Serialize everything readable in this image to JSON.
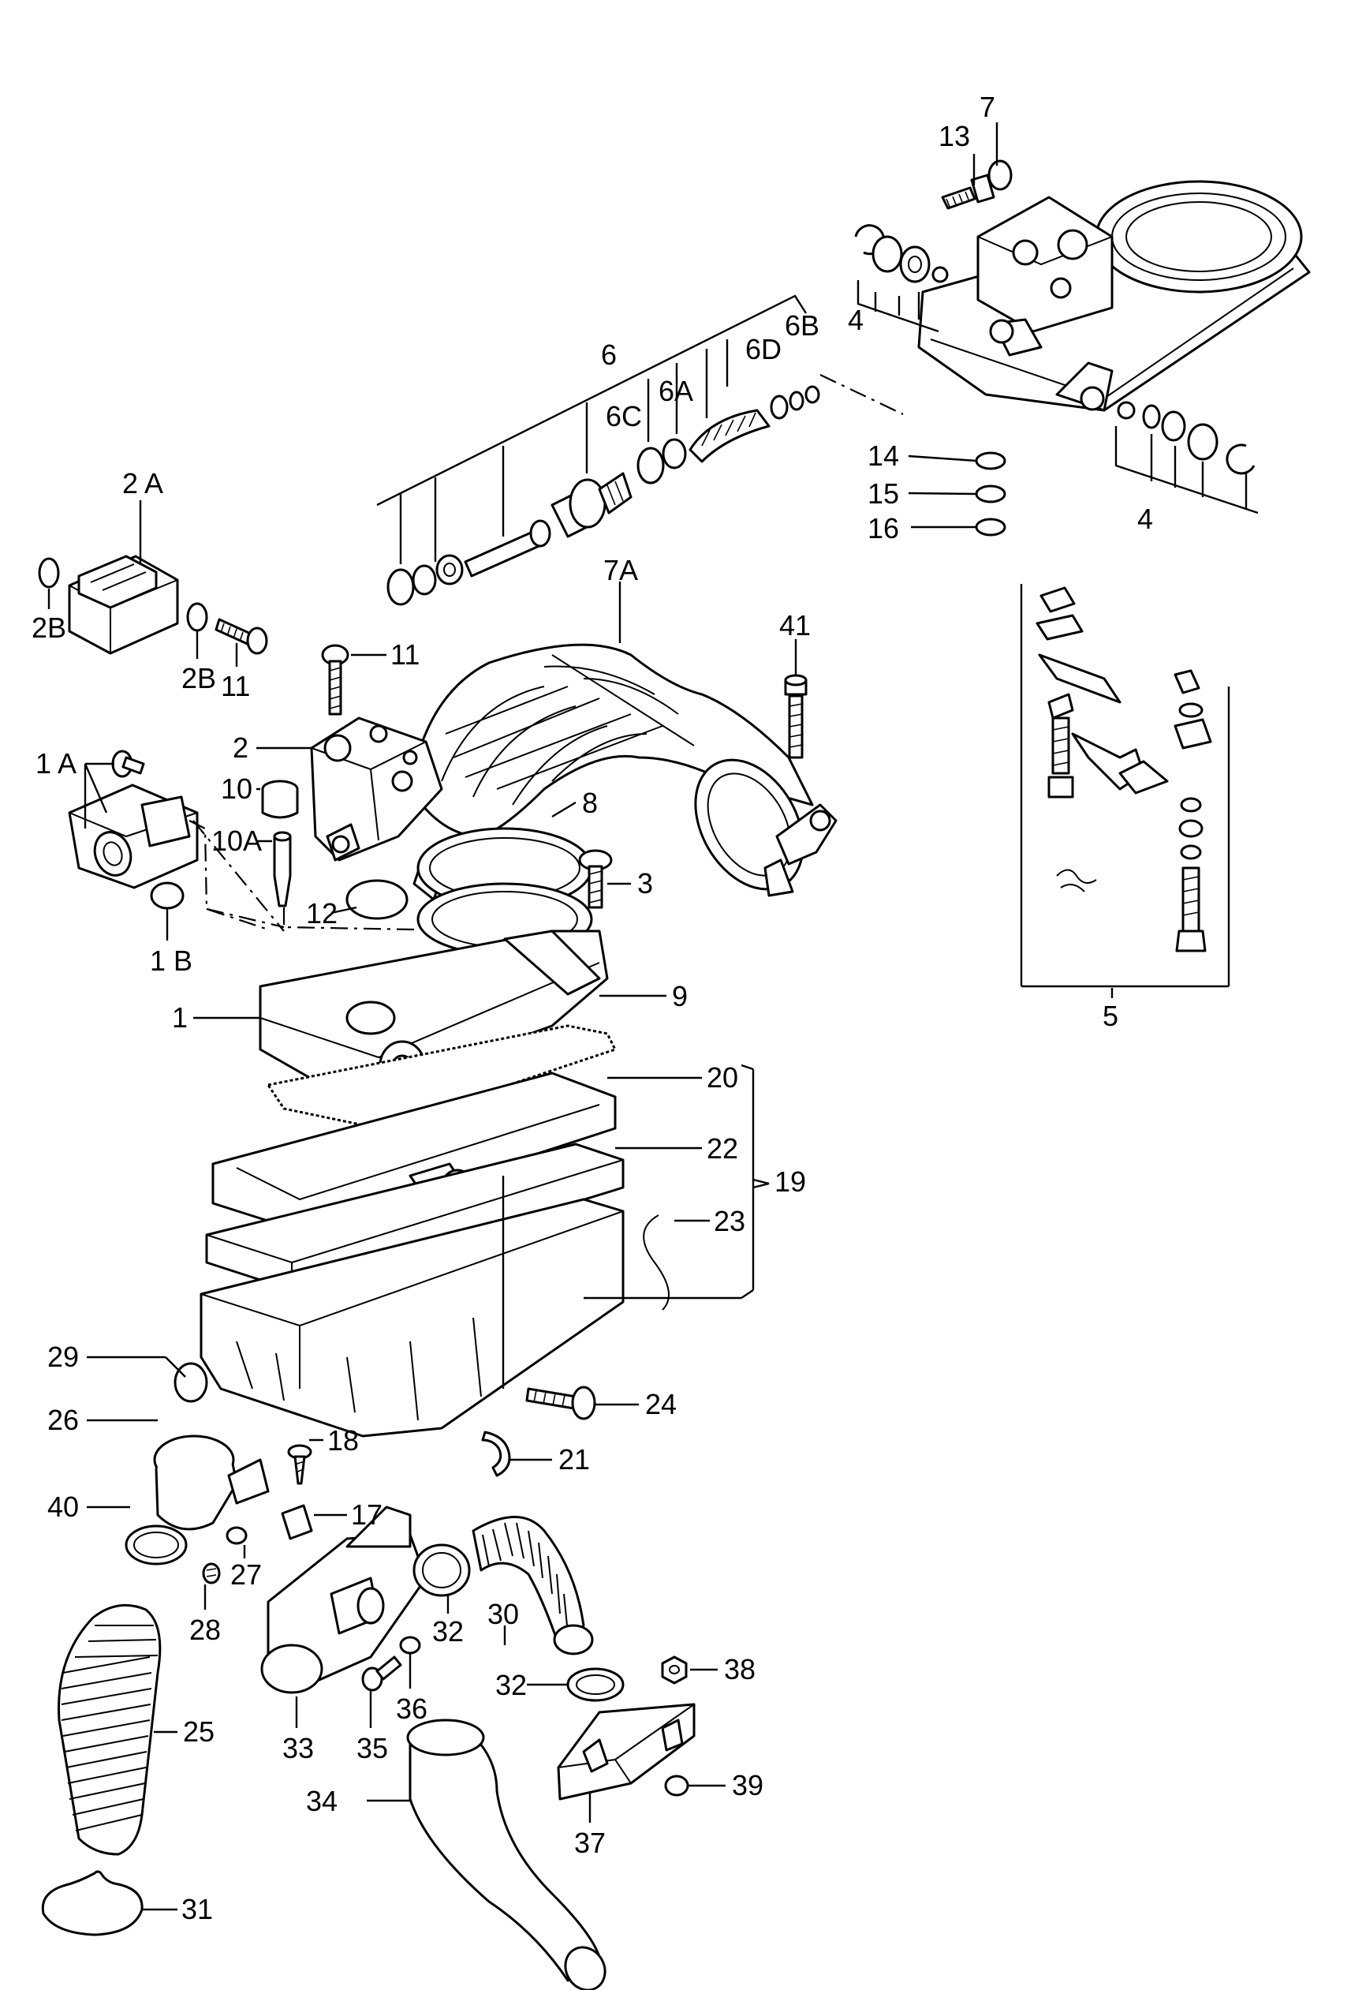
{
  "callouts": [
    {
      "id": "13",
      "label": "13"
    },
    {
      "id": "7",
      "label": "7"
    },
    {
      "id": "4a",
      "label": "4"
    },
    {
      "id": "6",
      "label": "6"
    },
    {
      "id": "6D",
      "label": "6D"
    },
    {
      "id": "6B",
      "label": "6B"
    },
    {
      "id": "6C",
      "label": "6C"
    },
    {
      "id": "6A",
      "label": "6A"
    },
    {
      "id": "14",
      "label": "14"
    },
    {
      "id": "15",
      "label": "15"
    },
    {
      "id": "16",
      "label": "16"
    },
    {
      "id": "4b",
      "label": "4"
    },
    {
      "id": "2A",
      "label": "2 A"
    },
    {
      "id": "2B_top",
      "label": "2B"
    },
    {
      "id": "2B_mid",
      "label": "2B"
    },
    {
      "id": "11a",
      "label": "11"
    },
    {
      "id": "7A",
      "label": "7A"
    },
    {
      "id": "11b",
      "label": "11"
    },
    {
      "id": "41",
      "label": "41"
    },
    {
      "id": "1A",
      "label": "1 A"
    },
    {
      "id": "2",
      "label": "2"
    },
    {
      "id": "10",
      "label": "10"
    },
    {
      "id": "8",
      "label": "8"
    },
    {
      "id": "10A",
      "label": "10A"
    },
    {
      "id": "3",
      "label": "3"
    },
    {
      "id": "12",
      "label": "12"
    },
    {
      "id": "1B",
      "label": "1 B"
    },
    {
      "id": "5",
      "label": "5"
    },
    {
      "id": "1",
      "label": "1"
    },
    {
      "id": "9",
      "label": "9"
    },
    {
      "id": "20",
      "label": "20"
    },
    {
      "id": "22",
      "label": "22"
    },
    {
      "id": "19",
      "label": "19"
    },
    {
      "id": "23",
      "label": "23"
    },
    {
      "id": "29",
      "label": "29"
    },
    {
      "id": "24",
      "label": "24"
    },
    {
      "id": "26",
      "label": "26"
    },
    {
      "id": "18",
      "label": "18"
    },
    {
      "id": "21",
      "label": "21"
    },
    {
      "id": "17",
      "label": "17"
    },
    {
      "id": "40",
      "label": "40"
    },
    {
      "id": "27",
      "label": "27"
    },
    {
      "id": "28",
      "label": "28"
    },
    {
      "id": "32a",
      "label": "32"
    },
    {
      "id": "30",
      "label": "30"
    },
    {
      "id": "36",
      "label": "36"
    },
    {
      "id": "32b",
      "label": "32"
    },
    {
      "id": "38",
      "label": "38"
    },
    {
      "id": "33",
      "label": "33"
    },
    {
      "id": "35",
      "label": "35"
    },
    {
      "id": "25",
      "label": "25"
    },
    {
      "id": "34",
      "label": "34"
    },
    {
      "id": "39",
      "label": "39"
    },
    {
      "id": "37",
      "label": "37"
    },
    {
      "id": "31",
      "label": "31"
    }
  ]
}
